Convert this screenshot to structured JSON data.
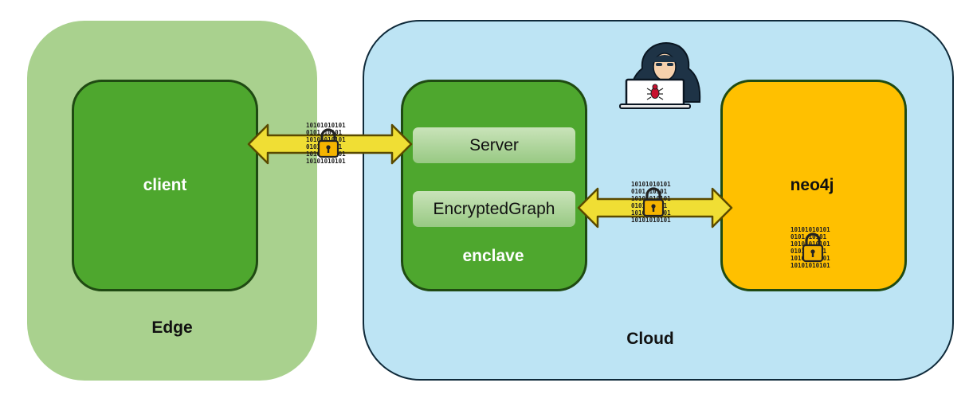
{
  "regions": {
    "edge": "Edge",
    "cloud": "Cloud"
  },
  "nodes": {
    "client": "client",
    "enclave": "enclave",
    "neo4j": "neo4j"
  },
  "components": {
    "server": "Server",
    "encrypted_graph": "EncryptedGraph"
  },
  "icons": [
    "hacker-icon",
    "lock-icon",
    "binary-bits"
  ],
  "colors": {
    "edge_bg": "#a9d18e",
    "cloud_bg": "#bde4f4",
    "green_node": "#4ea72e",
    "neo4j_node": "#ffc000",
    "arrow_fill": "#f0de34",
    "lock_body": "#f5b400"
  }
}
